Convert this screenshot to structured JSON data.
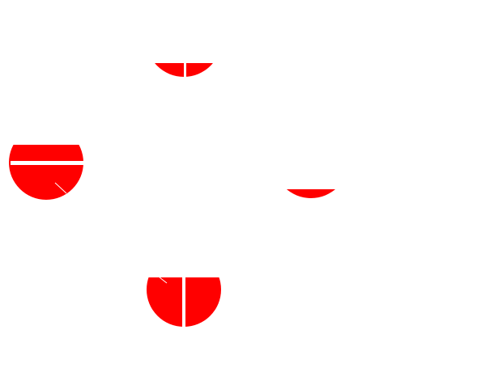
{
  "canvas": {
    "background": "#ffffff"
  },
  "shapes": {
    "fill_color": "#ff0000",
    "stripe_color": "#ffffff",
    "items": [
      {
        "name": "top-cut-circle",
        "stripe": "vertical"
      },
      {
        "name": "left-cut-circle",
        "stripe": "horizontal"
      },
      {
        "name": "right-cut-circle",
        "stripe": "none"
      },
      {
        "name": "bottom-cut-circle",
        "stripe": "vertical"
      }
    ]
  }
}
